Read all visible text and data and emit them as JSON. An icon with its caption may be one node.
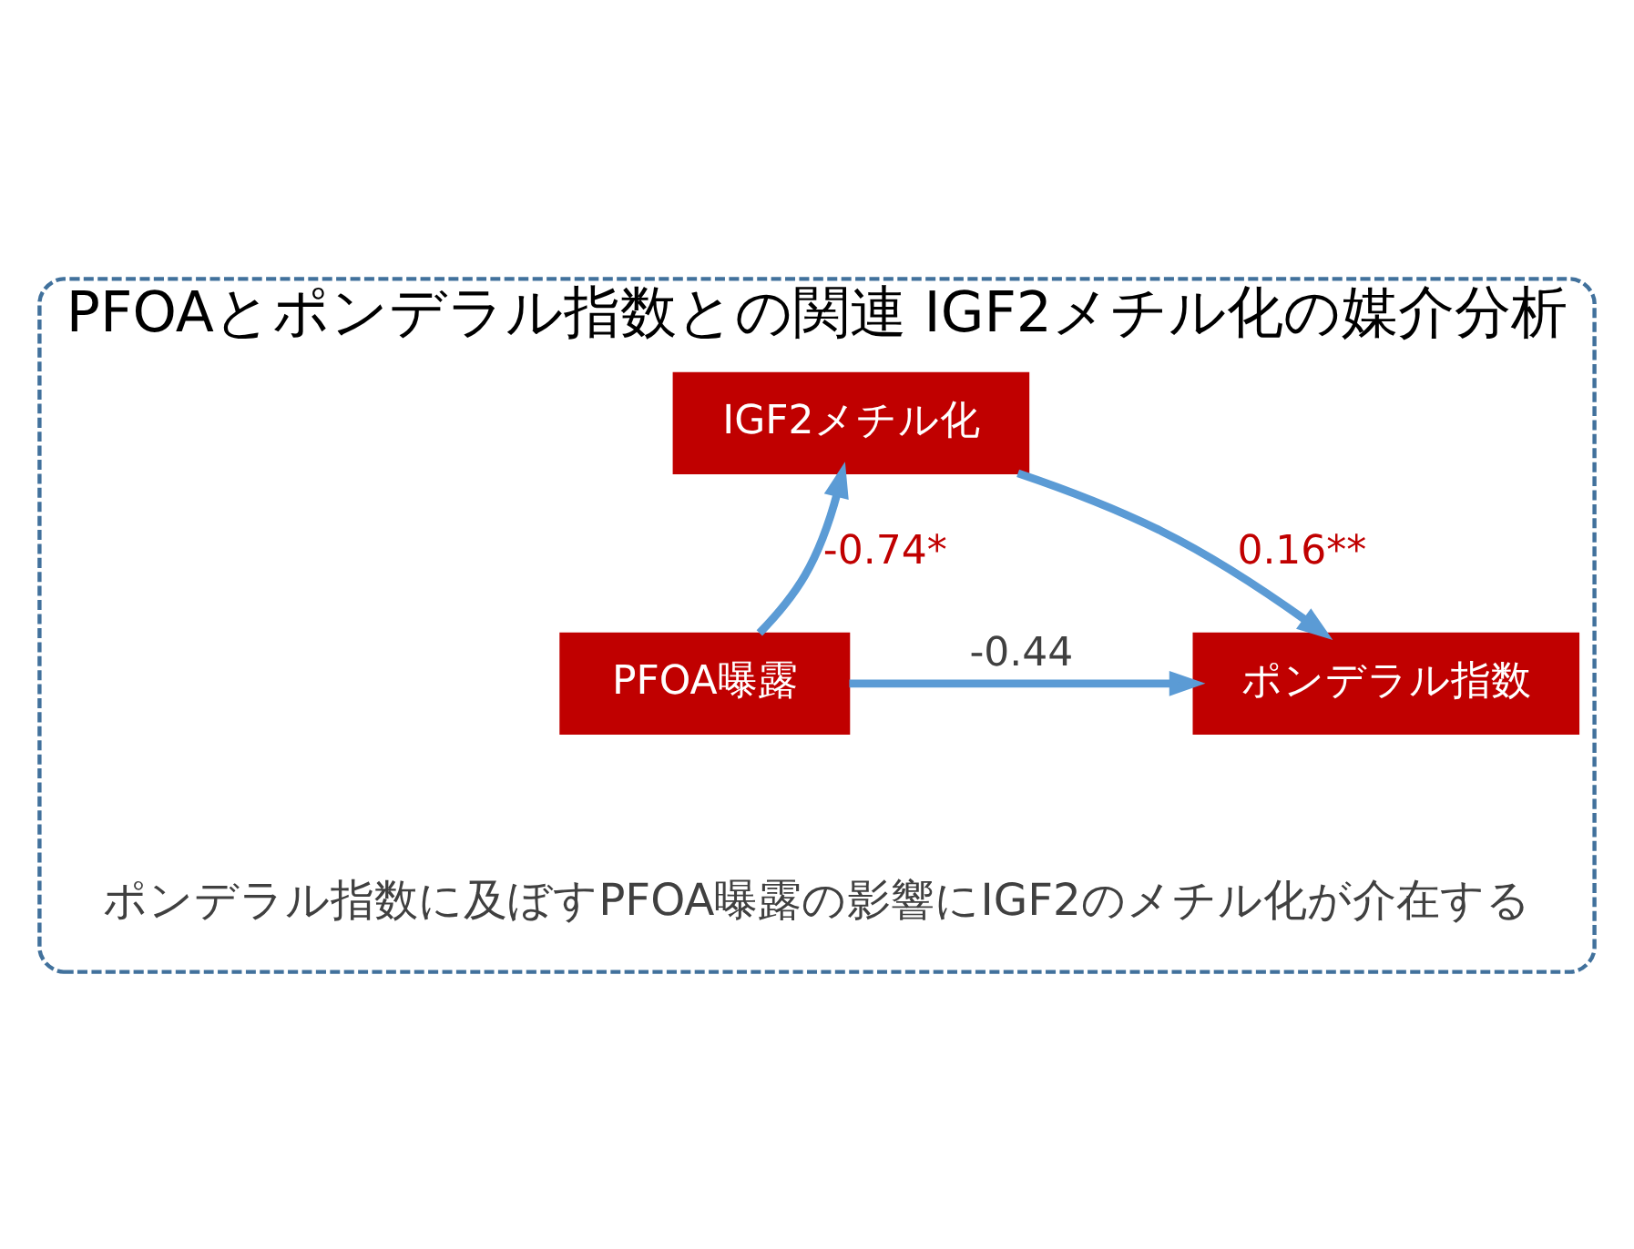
{
  "diagram": {
    "nodes": [
      {
        "text": [
          "PFOAとポンデラル指数との関連 IGF2メチル化の媒介分析"
        ]
      },
      {
        "text": [
          "PFOA曝露"
        ],
        "in": 0
      },
      {
        "text": [
          "IGF2メチル化"
        ],
        "in": 0
      },
      {
        "text": [
          "ポンデラル指数"
        ],
        "in": 0
      }
    ],
    "edges": [
      {
        "from": 1,
        "to": 2,
        "arrow": "to",
        "label": "-0.74*"
      },
      {
        "from": 2,
        "to": 3,
        "arrow": "to",
        "label": "0.16**"
      },
      {
        "from": 1,
        "to": 3,
        "arrow": "to",
        "label": "-0.44"
      }
    ],
    "labels": [
      "ポンデラル指数に及ぼすPFOA曝露の影響にIGF2のメチル化が介在する"
    ]
  }
}
